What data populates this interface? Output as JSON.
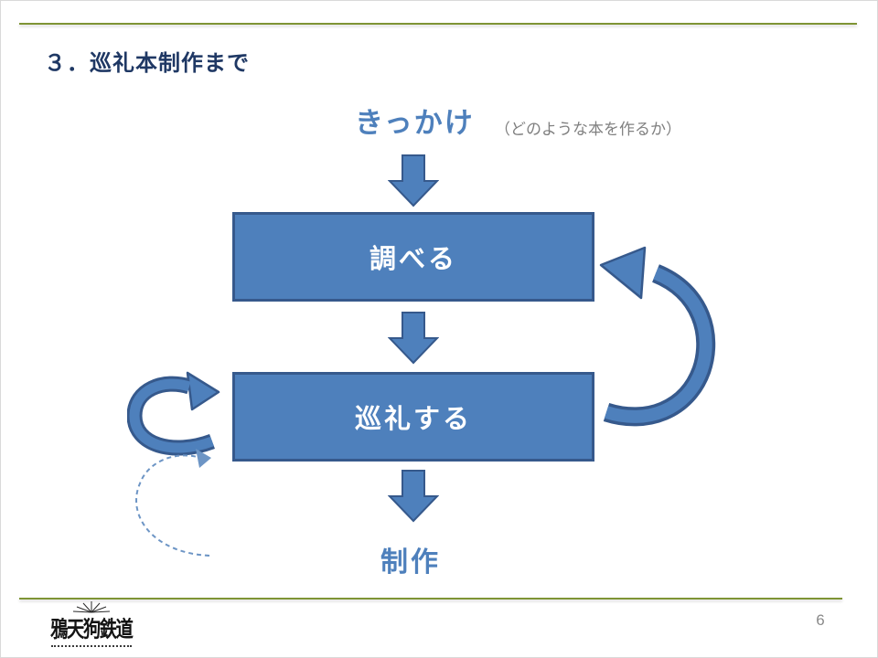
{
  "slide": {
    "title": "３．巡礼本制作まで",
    "page_number": "6"
  },
  "diagram": {
    "trigger": {
      "label": "きっかけ",
      "note": "（どのような本を作るか）"
    },
    "steps": [
      {
        "label": "調べる"
      },
      {
        "label": "巡礼する"
      }
    ],
    "output": {
      "label": "制作"
    },
    "edges": [
      {
        "from": "きっかけ",
        "to": "調べる",
        "type": "block-arrow-down",
        "style": "solid"
      },
      {
        "from": "調べる",
        "to": "巡礼する",
        "type": "block-arrow-down",
        "style": "solid"
      },
      {
        "from": "巡礼する",
        "to": "制作",
        "type": "block-arrow-down",
        "style": "solid"
      },
      {
        "from": "巡礼する",
        "to": "調べる",
        "type": "curved-arrow-right-side",
        "style": "solid"
      },
      {
        "from": "巡礼する",
        "to": "巡礼する",
        "type": "curved-loop-left-side",
        "style": "solid"
      },
      {
        "from": "制作",
        "to": "巡礼する",
        "type": "curved-arrow-left-side",
        "style": "dashed"
      }
    ]
  },
  "footer": {
    "logo_text": "鴉天狗鉄道"
  },
  "colors": {
    "accent_blue": "#4E80BC",
    "border_blue": "#36598C",
    "dashed_blue": "#6D95C5",
    "title_navy": "#1F3864",
    "rule_olive": "#7E9434",
    "note_gray": "#808080",
    "page_number_gray": "#8A8A8A"
  }
}
